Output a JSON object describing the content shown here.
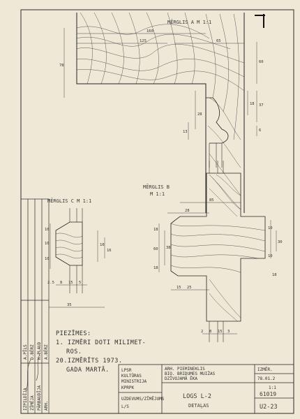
{
  "sections": {
    "top": {
      "label": "MĒRGLIS A M 1:1",
      "dims_h": [
        "160",
        "125",
        "65"
      ],
      "dims_v": [
        "78",
        "60",
        "18",
        "37",
        "28",
        "6",
        "13"
      ]
    },
    "left": {
      "label": "MĒRGLIS C M 1:1",
      "dims_h": [
        "2.5",
        "8",
        "15",
        "5",
        "35"
      ],
      "dims_v": [
        "10",
        "10",
        "10",
        "10",
        "16"
      ]
    },
    "right": {
      "label": "MĒRGLIS B",
      "scale": "M 1:1",
      "dims_h": [
        "85",
        "28",
        "25",
        "15",
        "2",
        "8",
        "15",
        "3"
      ],
      "dims_v": [
        "18",
        "60",
        "18",
        "38",
        "10",
        "30",
        "10",
        "18"
      ]
    }
  },
  "note": {
    "line1": "PIEZĪMES:",
    "line2": "1. IZMĒRI DOTI MILIMET-",
    "line3": "ROS.",
    "line4": "20.IZMĒRĪTS 1973.",
    "line5": "GADA MARTĀ."
  },
  "sidebar": {
    "rows": [
      "IZPILDĪJA",
      "ZĪMĒJA",
      "PĀRBAUDĪJA",
      "ARH."
    ],
    "cols": [
      "A.PĪLS",
      "D.BĒRZ",
      "K.PLAUD",
      "A.BĒRZ"
    ]
  },
  "titleblock": {
    "org1": "LPSR",
    "org2": "KULTŪRAS",
    "org3": "MINISTRIJA",
    "org4": "KPRPK",
    "cell_a1": "ARH. PIEMINEKLIS",
    "cell_a2": "BIO. BRIDUMES MUIŽAS",
    "cell_a3": "DZĪVOJAMĀ ĒKA",
    "dept": "UZDEVUMS/ZĪMĒJUMS",
    "dept2": "L/S",
    "title1": "LOGS L-2",
    "title2": "DETAĻAS",
    "izm_label": "IZMĒR.",
    "izm_value": "78.01.2",
    "scale": "1:1",
    "num1": "61019",
    "num2": "U2-23"
  }
}
